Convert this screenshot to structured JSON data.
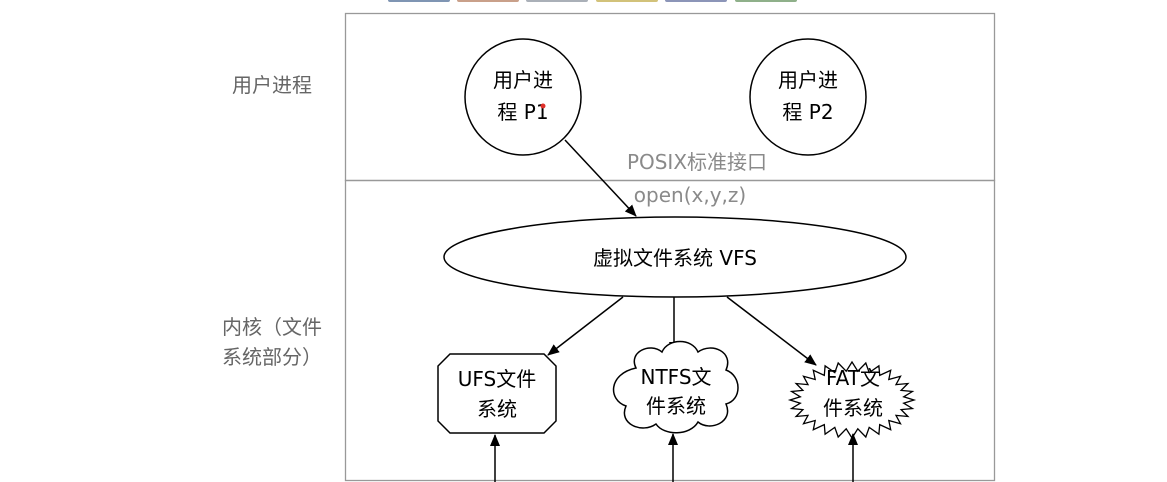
{
  "top_swatches": [
    "#7f95b3",
    "#c9a08a",
    "#aab0b8",
    "#d2c27a",
    "#8c95b8",
    "#8fb08a"
  ],
  "regions": {
    "user": {
      "label_lines": [
        "用户进程"
      ]
    },
    "kernel": {
      "label_lines": [
        "内核（文件",
        "系统部分）"
      ]
    }
  },
  "processes": [
    {
      "lines": [
        "用户进",
        "程 P1"
      ]
    },
    {
      "lines": [
        "用户进",
        "程 P2"
      ]
    }
  ],
  "interface": {
    "title": "POSIX标准接口",
    "call": "open(x,y,z)"
  },
  "vfs": {
    "label": "虚拟文件系统 VFS"
  },
  "filesystems": [
    {
      "lines": [
        "UFS文件",
        "系统"
      ],
      "shape": "octagon"
    },
    {
      "lines": [
        "NTFS文",
        "件系统"
      ],
      "shape": "cloud"
    },
    {
      "lines": [
        "FAT文",
        "件系统"
      ],
      "shape": "starburst"
    }
  ],
  "colors": {
    "border": "#999999",
    "interface_text": "#8a8a8a",
    "marker": "#e0302a"
  }
}
